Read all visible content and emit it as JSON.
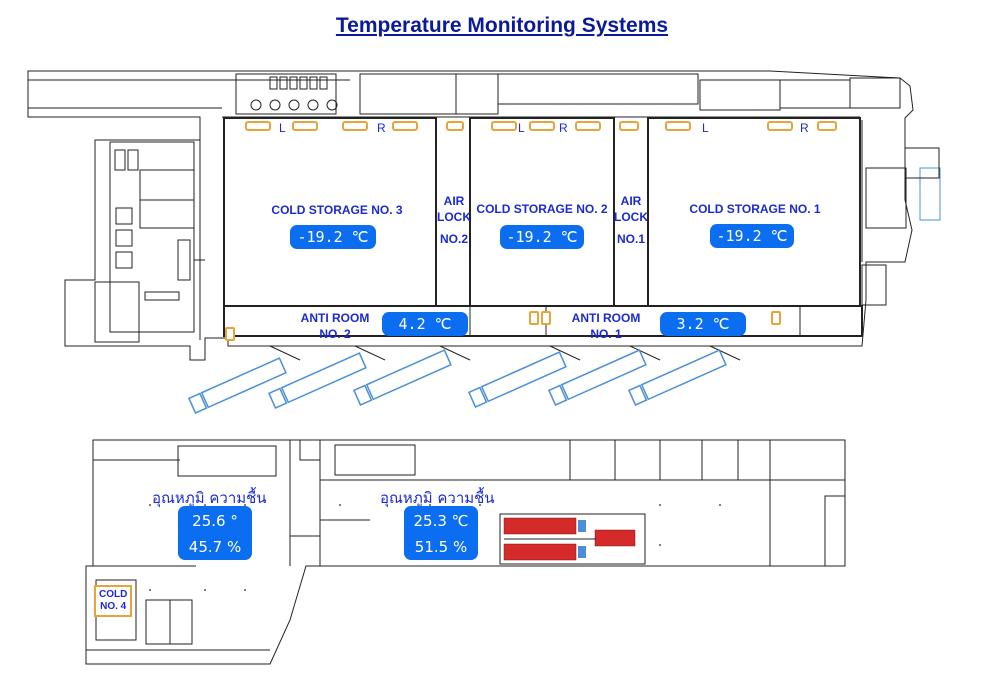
{
  "title": "Temperature Monitoring Systems",
  "rooms": {
    "cold_storage_3": {
      "label": "COLD STORAGE NO. 3",
      "temp": "-19.2 ℃"
    },
    "cold_storage_2": {
      "label": "COLD STORAGE NO. 2",
      "temp": "-19.2 ℃"
    },
    "cold_storage_1": {
      "label": "COLD STORAGE NO. 1",
      "temp": "-19.2 ℃"
    },
    "air_lock_2": {
      "line1": "AIR",
      "line2": "LOCK",
      "line3": "NO.2"
    },
    "air_lock_1": {
      "line1": "AIR",
      "line2": "LOCK",
      "line3": "NO.1"
    },
    "anti_room_2": {
      "line1": "ANTI ROOM",
      "line2": "NO. 2",
      "temp": "4.2 ℃"
    },
    "anti_room_1": {
      "line1": "ANTI ROOM",
      "line2": "NO. 1",
      "temp": "3.2 ℃"
    },
    "cold_4": {
      "line1": "COLD",
      "line2": "NO. 4"
    }
  },
  "lr_markers": [
    "L",
    "R",
    "L",
    "R",
    "L",
    "R"
  ],
  "sensors_lower": [
    {
      "heading": "อุณหภูมิ ความชื้น",
      "temp": "25.6 °",
      "humidity": "45.7 %"
    },
    {
      "heading": "อุณหภูมิ ความชื้น",
      "temp": "25.3 ℃",
      "humidity": "51.5 %"
    }
  ],
  "colors": {
    "accent": "#0b6ef0",
    "label_blue": "#1b2ad1",
    "title_blue": "#0a1a9a",
    "unit_orange": "#e8a33b",
    "truck_blue": "#4a8fd8",
    "rack_red": "#d42a2a"
  }
}
